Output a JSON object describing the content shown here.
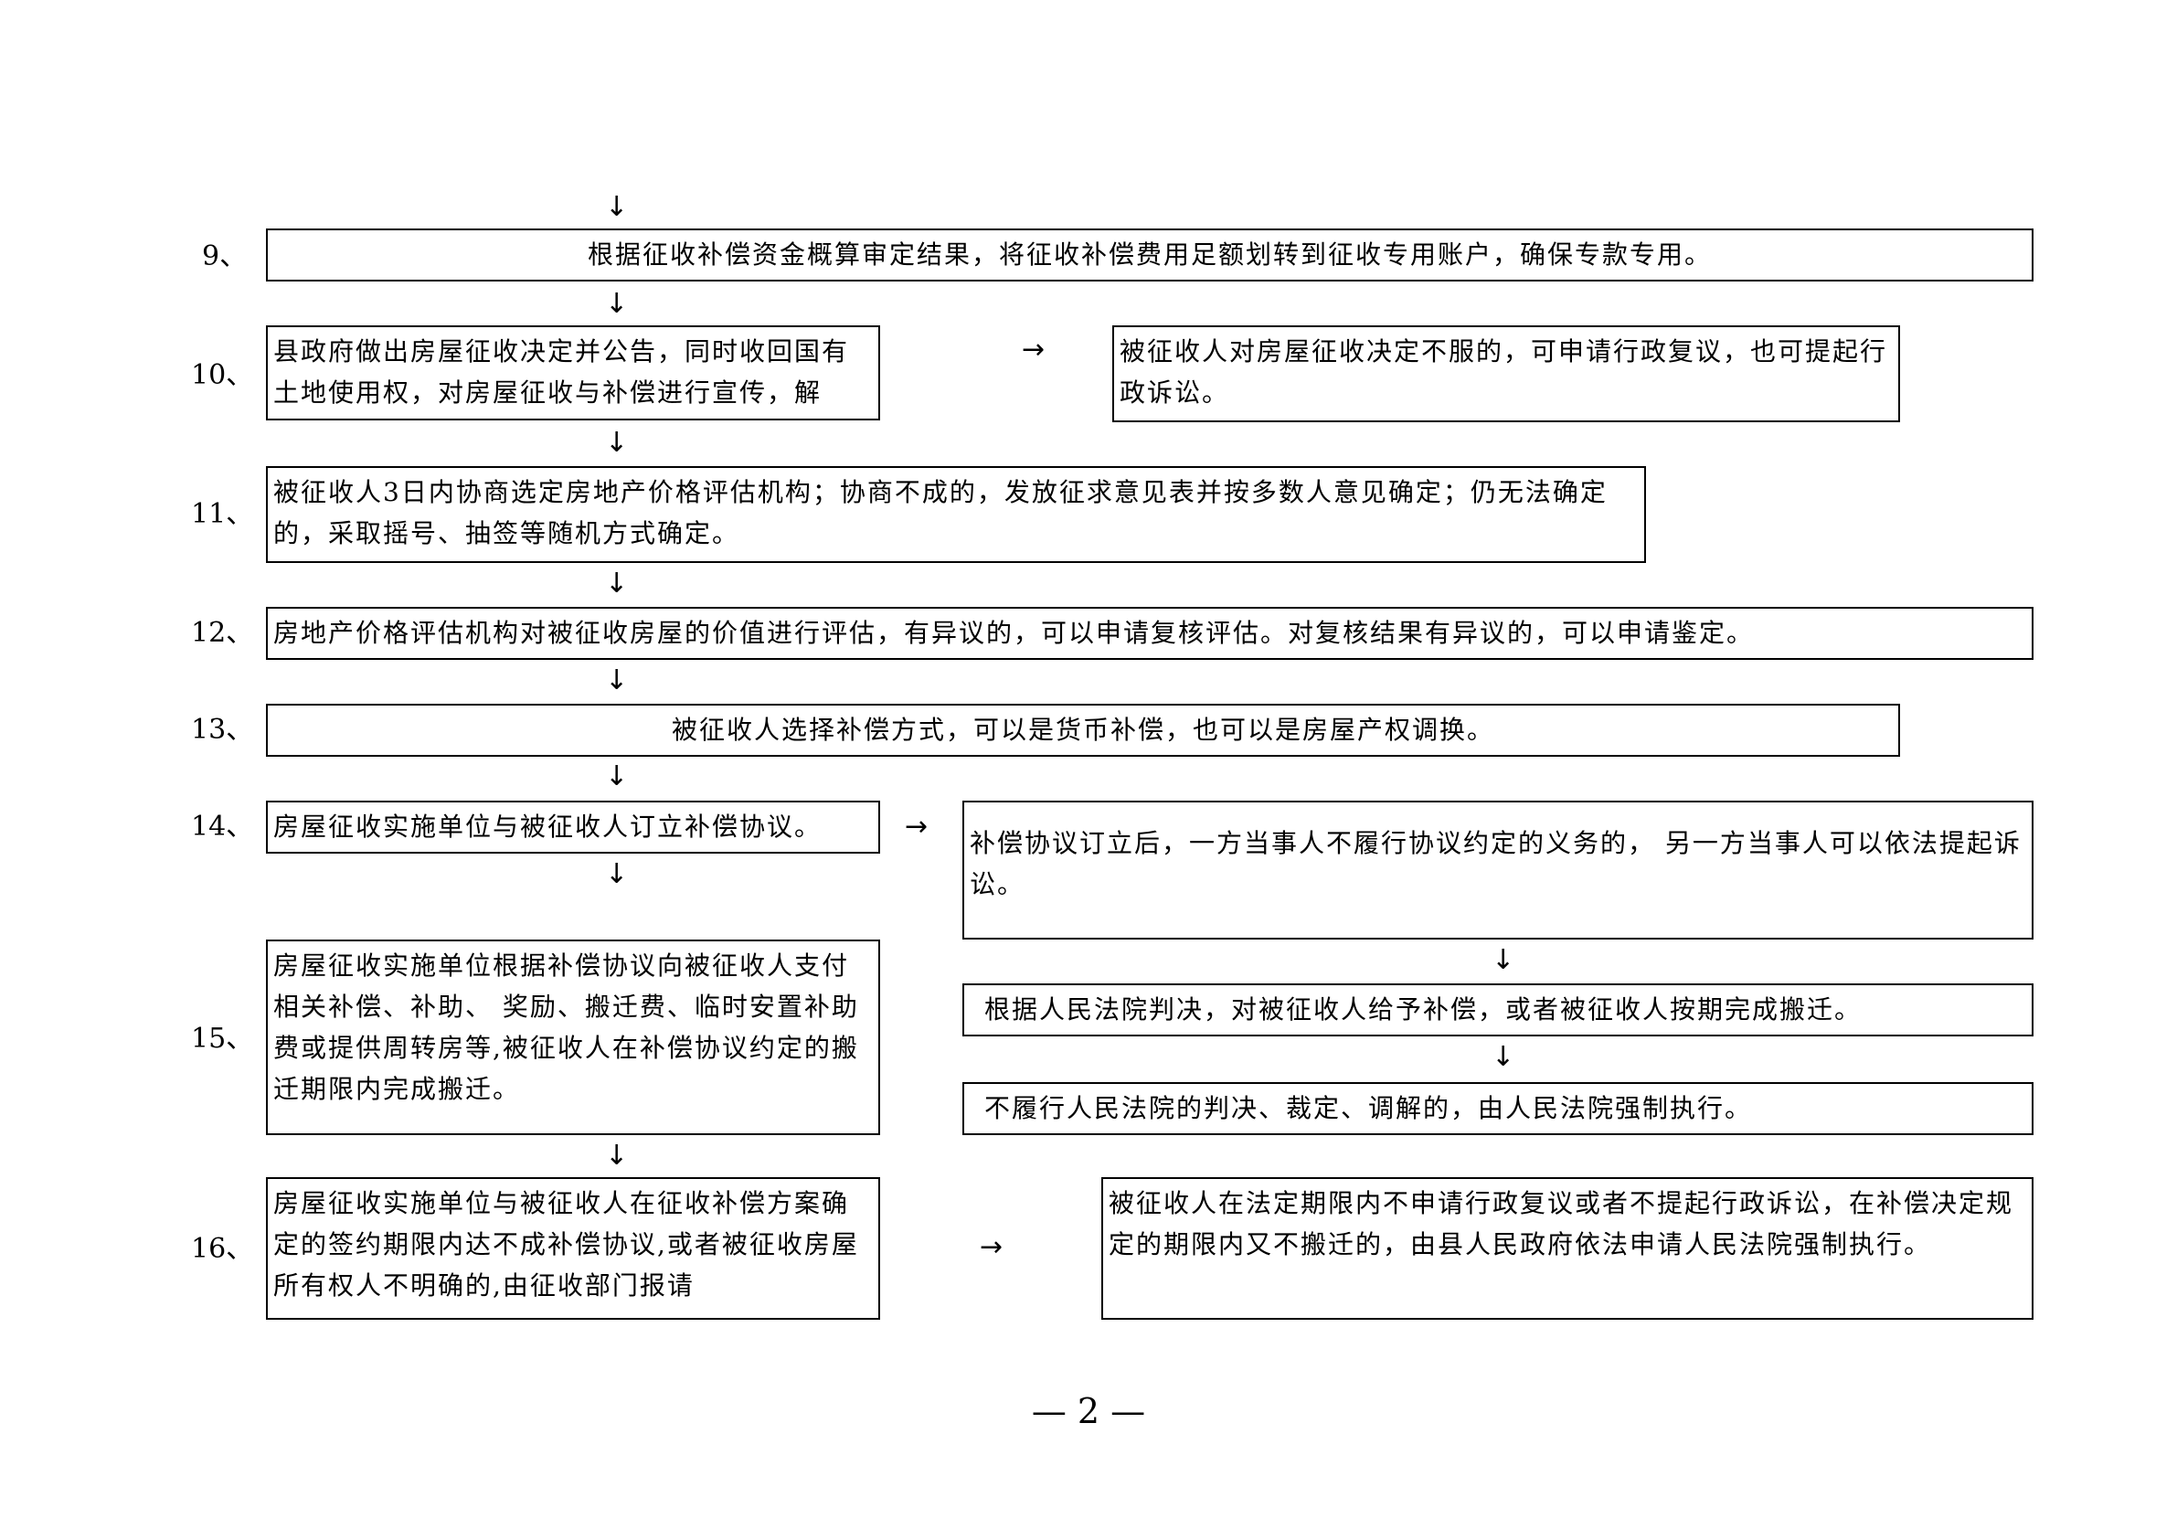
{
  "steps": [
    {
      "num": "9、",
      "text": "根据征收补偿资金概算审定结果，将征收补偿费用足额划转到征收专用账户，确保专款专用。"
    },
    {
      "num": "10、",
      "text": "县政府做出房屋征收决定并公告，同时收回国有土地使用权，对房屋征收与补偿进行宣传，解释。",
      "side": "被征收人对房屋征收决定不服的，可申请行政复议，也可提起行政诉讼。"
    },
    {
      "num": "11、",
      "text": "被征收人3日内协商选定房地产价格评估机构；协商不成的，发放征求意见表并按多数人意见确定；仍无法确定的，采取摇号、抽签等随机方式确定。"
    },
    {
      "num": "12、",
      "text": "房地产价格评估机构对被征收房屋的价值进行评估，有异议的，可以申请复核评估。对复核结果有异议的，可以申请鉴定。"
    },
    {
      "num": "13、",
      "text": "被征收人选择补偿方式，可以是货币补偿，也可以是房屋产权调换。"
    },
    {
      "num": "14、",
      "text": "房屋征收实施单位与被征收人订立补偿协议。",
      "side": "补偿协议订立后，一方当事人不履行协议约定的义务的， 另一方当事人可以依法提起诉讼。"
    },
    {
      "num": "15、",
      "text": "房屋征收实施单位根据补偿协议向被征收人支付相关补偿、补助、 奖励、搬迁费、临时安置补助费或提供周转房等,被征收人在补偿协议约定的搬迁期限内完成搬迁。"
    },
    {
      "num": "16、",
      "text": "房屋征收实施单位与被征收人在征收补偿方案确定的签约期限内达不成补偿协议,或者被征收房屋所有权人不明确的,由征收部门报请",
      "side": "被征收人在法定期限内不申请行政复议或者不提起行政诉讼，在补偿决定规定的期限内又不搬迁的，由县人民政府依法申请人民法院强制执行。"
    }
  ],
  "court": {
    "judgment": "根据人民法院判决，对被征收人给予补偿，或者被征收人按期完成搬迁。",
    "enforce": "不履行人民法院的判决、裁定、调解的，由人民法院强制执行。"
  },
  "arrows": {
    "down": "↓",
    "right": "→"
  },
  "footer": "— 2 —"
}
